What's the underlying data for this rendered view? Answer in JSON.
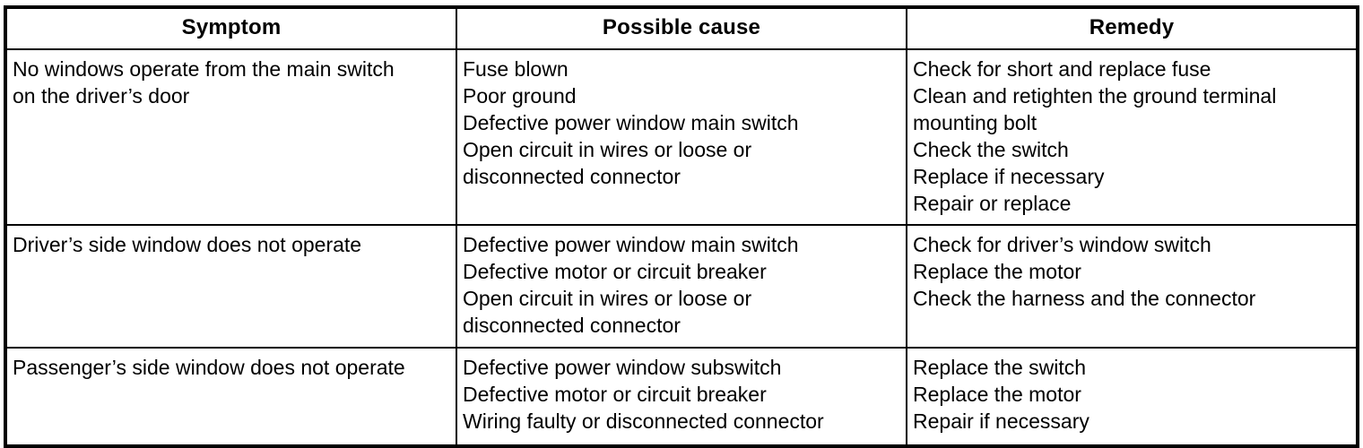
{
  "table": {
    "columns": [
      {
        "key": "symptom",
        "label": "Symptom"
      },
      {
        "key": "cause",
        "label": "Possible cause"
      },
      {
        "key": "remedy",
        "label": "Remedy"
      }
    ],
    "rows": [
      {
        "symptom": [
          "No windows operate from the main switch",
          "on the driver’s door"
        ],
        "cause": [
          "Fuse blown",
          "Poor ground",
          "Defective power window main switch",
          "Open circuit in wires or loose or",
          "disconnected connector"
        ],
        "remedy": [
          "Check for short and replace fuse",
          "Clean and retighten the ground terminal",
          "mounting bolt",
          "Check the switch",
          "Replace if necessary",
          "Repair or replace"
        ]
      },
      {
        "symptom": [
          "Driver’s side window does not operate"
        ],
        "cause": [
          "Defective power window main switch",
          "Defective motor or circuit breaker",
          "Open circuit in wires or loose or",
          "disconnected connector"
        ],
        "remedy": [
          "Check for driver’s window switch",
          "Replace the motor",
          "Check the harness and the connector"
        ]
      },
      {
        "symptom": [
          "Passenger’s side window does not operate"
        ],
        "cause": [
          "Defective power window subswitch",
          "Defective motor or circuit breaker",
          "Wiring faulty or disconnected connector"
        ],
        "remedy": [
          "Replace the switch",
          "Replace the motor",
          "Repair if necessary"
        ]
      }
    ]
  },
  "colors": {
    "ink": "#000000",
    "paper": "#ffffff"
  }
}
